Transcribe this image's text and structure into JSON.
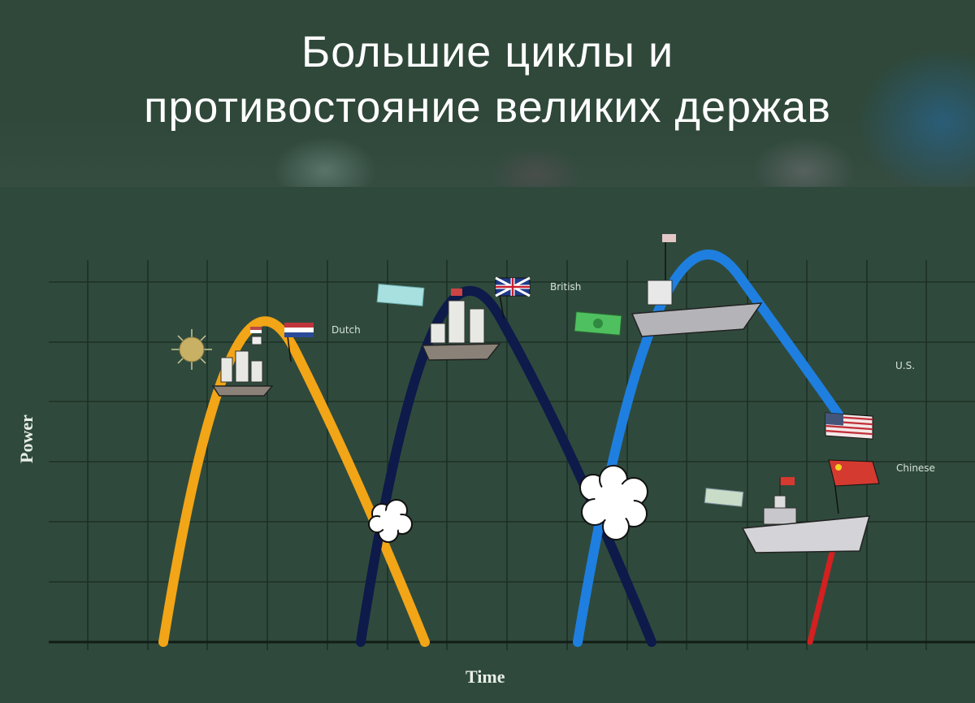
{
  "header": {
    "title_line1": "Большие циклы и",
    "title_line2": "противостояние великих держав"
  },
  "axes": {
    "xlabel": "Time",
    "ylabel": "Power"
  },
  "labels": {
    "dutch": "Dutch",
    "british": "British",
    "us": "U.S.",
    "chinese": "Chinese"
  },
  "colors": {
    "background": "#2f4a3c",
    "dutch": "#f2a516",
    "british": "#0d1a4a",
    "us": "#1e7fe0",
    "chinese": "#d42020",
    "grid": "#1c2e24"
  },
  "chart_data": {
    "type": "line",
    "title": "Большие циклы и противостояние великих держав",
    "xlabel": "Time",
    "ylabel": "Power",
    "grid": true,
    "axis_ticks": "none (unlabeled grid)",
    "series": [
      {
        "name": "Dutch",
        "color": "#f2a516",
        "shape": "arc",
        "start_x": 0.1,
        "peak_x": 0.28,
        "peak_y": 0.78,
        "end_x": 0.42,
        "icons": [
          "coin",
          "ship",
          "dutch-flag"
        ]
      },
      {
        "name": "British",
        "color": "#0d1a4a",
        "shape": "arc",
        "start_x": 0.36,
        "peak_x": 0.5,
        "peak_y": 0.88,
        "end_x": 0.66,
        "icons": [
          "pound-banknote",
          "ship",
          "uk-flag"
        ]
      },
      {
        "name": "U.S.",
        "color": "#1e7fe0",
        "shape": "arc",
        "start_x": 0.59,
        "peak_x": 0.77,
        "peak_y": 1.0,
        "end_x": 0.88,
        "end_y": 0.62,
        "icons": [
          "dollar-banknote",
          "aircraft-carrier",
          "us-flag"
        ]
      },
      {
        "name": "Chinese",
        "color": "#d42020",
        "shape": "rising",
        "start_x": 0.86,
        "end_x": 0.88,
        "end_y": 0.25,
        "icons": [
          "yuan-banknote",
          "aircraft-carrier",
          "china-flag"
        ]
      }
    ],
    "annotations": [
      {
        "type": "conflict-cloud",
        "between": [
          "Dutch",
          "British"
        ]
      },
      {
        "type": "conflict-cloud",
        "between": [
          "British",
          "U.S."
        ]
      }
    ]
  }
}
